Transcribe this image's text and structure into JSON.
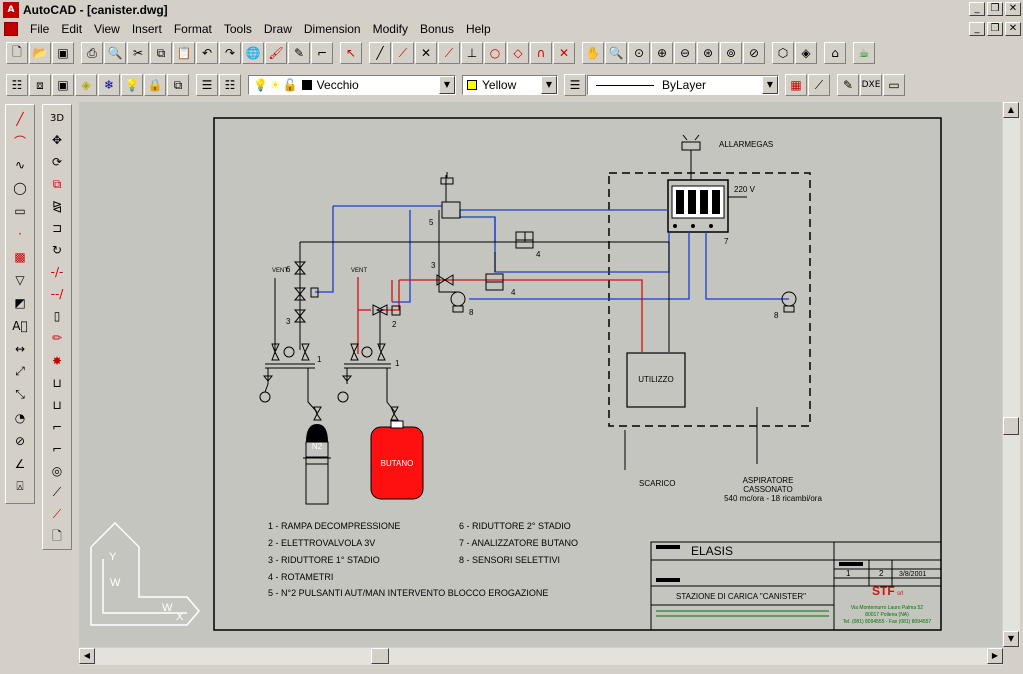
{
  "window": {
    "title": "AutoCAD - [canister.dwg]",
    "app_icon": "autocad-icon",
    "controls": [
      "_",
      "❒",
      "✕"
    ]
  },
  "menu": [
    "File",
    "Edit",
    "View",
    "Insert",
    "Format",
    "Tools",
    "Draw",
    "Dimension",
    "Modify",
    "Bonus",
    "Help"
  ],
  "toolbar_standard": [
    "new-icon",
    "open-icon",
    "save-icon",
    "print-icon",
    "preview-icon",
    "cut-icon",
    "copy-icon",
    "paste-icon",
    "undo-icon",
    "redo-icon",
    "hyperlink-icon",
    "match-properties-icon",
    "pen-icon",
    "select-icon",
    "snap-icon",
    "line-icon",
    "perpendicular-icon",
    "tangent-icon",
    "endpoint-icon",
    "midpoint-icon",
    "intersection-icon",
    "magnet-icon",
    "cancel-snap-icon",
    "pan-icon",
    "zoom-realtime-icon",
    "zoom-window-icon",
    "zoom-in-icon",
    "zoom-out-icon",
    "zoom-extents-icon",
    "zoom-all-icon",
    "zoom-previous-icon",
    "render-icon",
    "3d-orbit-icon",
    "home-icon",
    "teapot-icon"
  ],
  "layer_bar": {
    "layer_value": "Vecchio",
    "color_value": "Yellow",
    "color_swatch": "#ffff00",
    "linetype_value": "ByLayer"
  },
  "draw_toolbar": [
    "line-icon",
    "arc-icon",
    "spline-icon",
    "circle-icon",
    "rectangle-icon",
    "point-icon",
    "hatch-icon",
    "table-icon",
    "region-icon",
    "mtext-icon",
    "dimension-linear-icon",
    "dimension-aligned-icon",
    "dimension-ordinate-icon",
    "dimension-radius-icon",
    "dimension-diameter-icon",
    "dimension-angular-icon",
    "dimension-style-icon"
  ],
  "modify_toolbar": [
    "3d-icon",
    "move-icon",
    "rotate-icon",
    "copy-object-icon",
    "mirror-icon",
    "offset-icon",
    "array-icon",
    "trim-icon",
    "extend-icon",
    "break-icon",
    "chamfer-icon",
    "fillet-icon",
    "explode-icon",
    "stretch-icon",
    "scale-icon",
    "lengthen-icon",
    "erase-icon"
  ],
  "drawing": {
    "labels": {
      "allarmegas": "ALLARMEGAS",
      "v220": "220 V",
      "utilizzo": "UTILIZZO",
      "scarico": "SCARICO",
      "aspiratore": "ASPIRATORE",
      "cassonato": "CASSONATO",
      "flow": "540 mc/ora - 18 ricambi/ora",
      "n2": "N2",
      "butano": "BUTANO",
      "vent1": "VENT",
      "vent2": "VENT",
      "n1a": "1",
      "n1b": "1",
      "n2a": "2",
      "n3a": "3",
      "n3b": "3",
      "n4a": "4",
      "n4b": "4",
      "n5": "5",
      "n6": "6",
      "n7": "7",
      "n8a": "8",
      "n8b": "8"
    },
    "legend_left": [
      "1 - RAMPA DECOMPRESSIONE",
      "2 - ELETTROVALVOLA 3V",
      "3 - RIDUTTORE 1° STADIO",
      "4 - ROTAMETRI",
      "5 - N°2 PULSANTI AUT/MAN INTERVENTO BLOCCO EROGAZIONE"
    ],
    "legend_right": [
      "6 - RIDUTTORE 2° STADIO",
      "7 - ANALIZZATORE BUTANO",
      "8 - SENSORI SELETTIVI"
    ],
    "title_block": {
      "client": "ELASIS",
      "title": "STAZIONE DI CARICA  \"CANISTER\"",
      "sheet": "1",
      "of": "2",
      "date": "3/8/2001",
      "company": "STF",
      "company_suffix": "srl",
      "address1": "Via Montemurro Lauro Palma 52",
      "address2": "80017 Pollena (NA)",
      "phone": "Tel. (081) 8094555 - Fax (081) 8094557"
    },
    "ucs": {
      "x": "X",
      "y": "Y",
      "w1": "W",
      "w2": "W"
    }
  }
}
